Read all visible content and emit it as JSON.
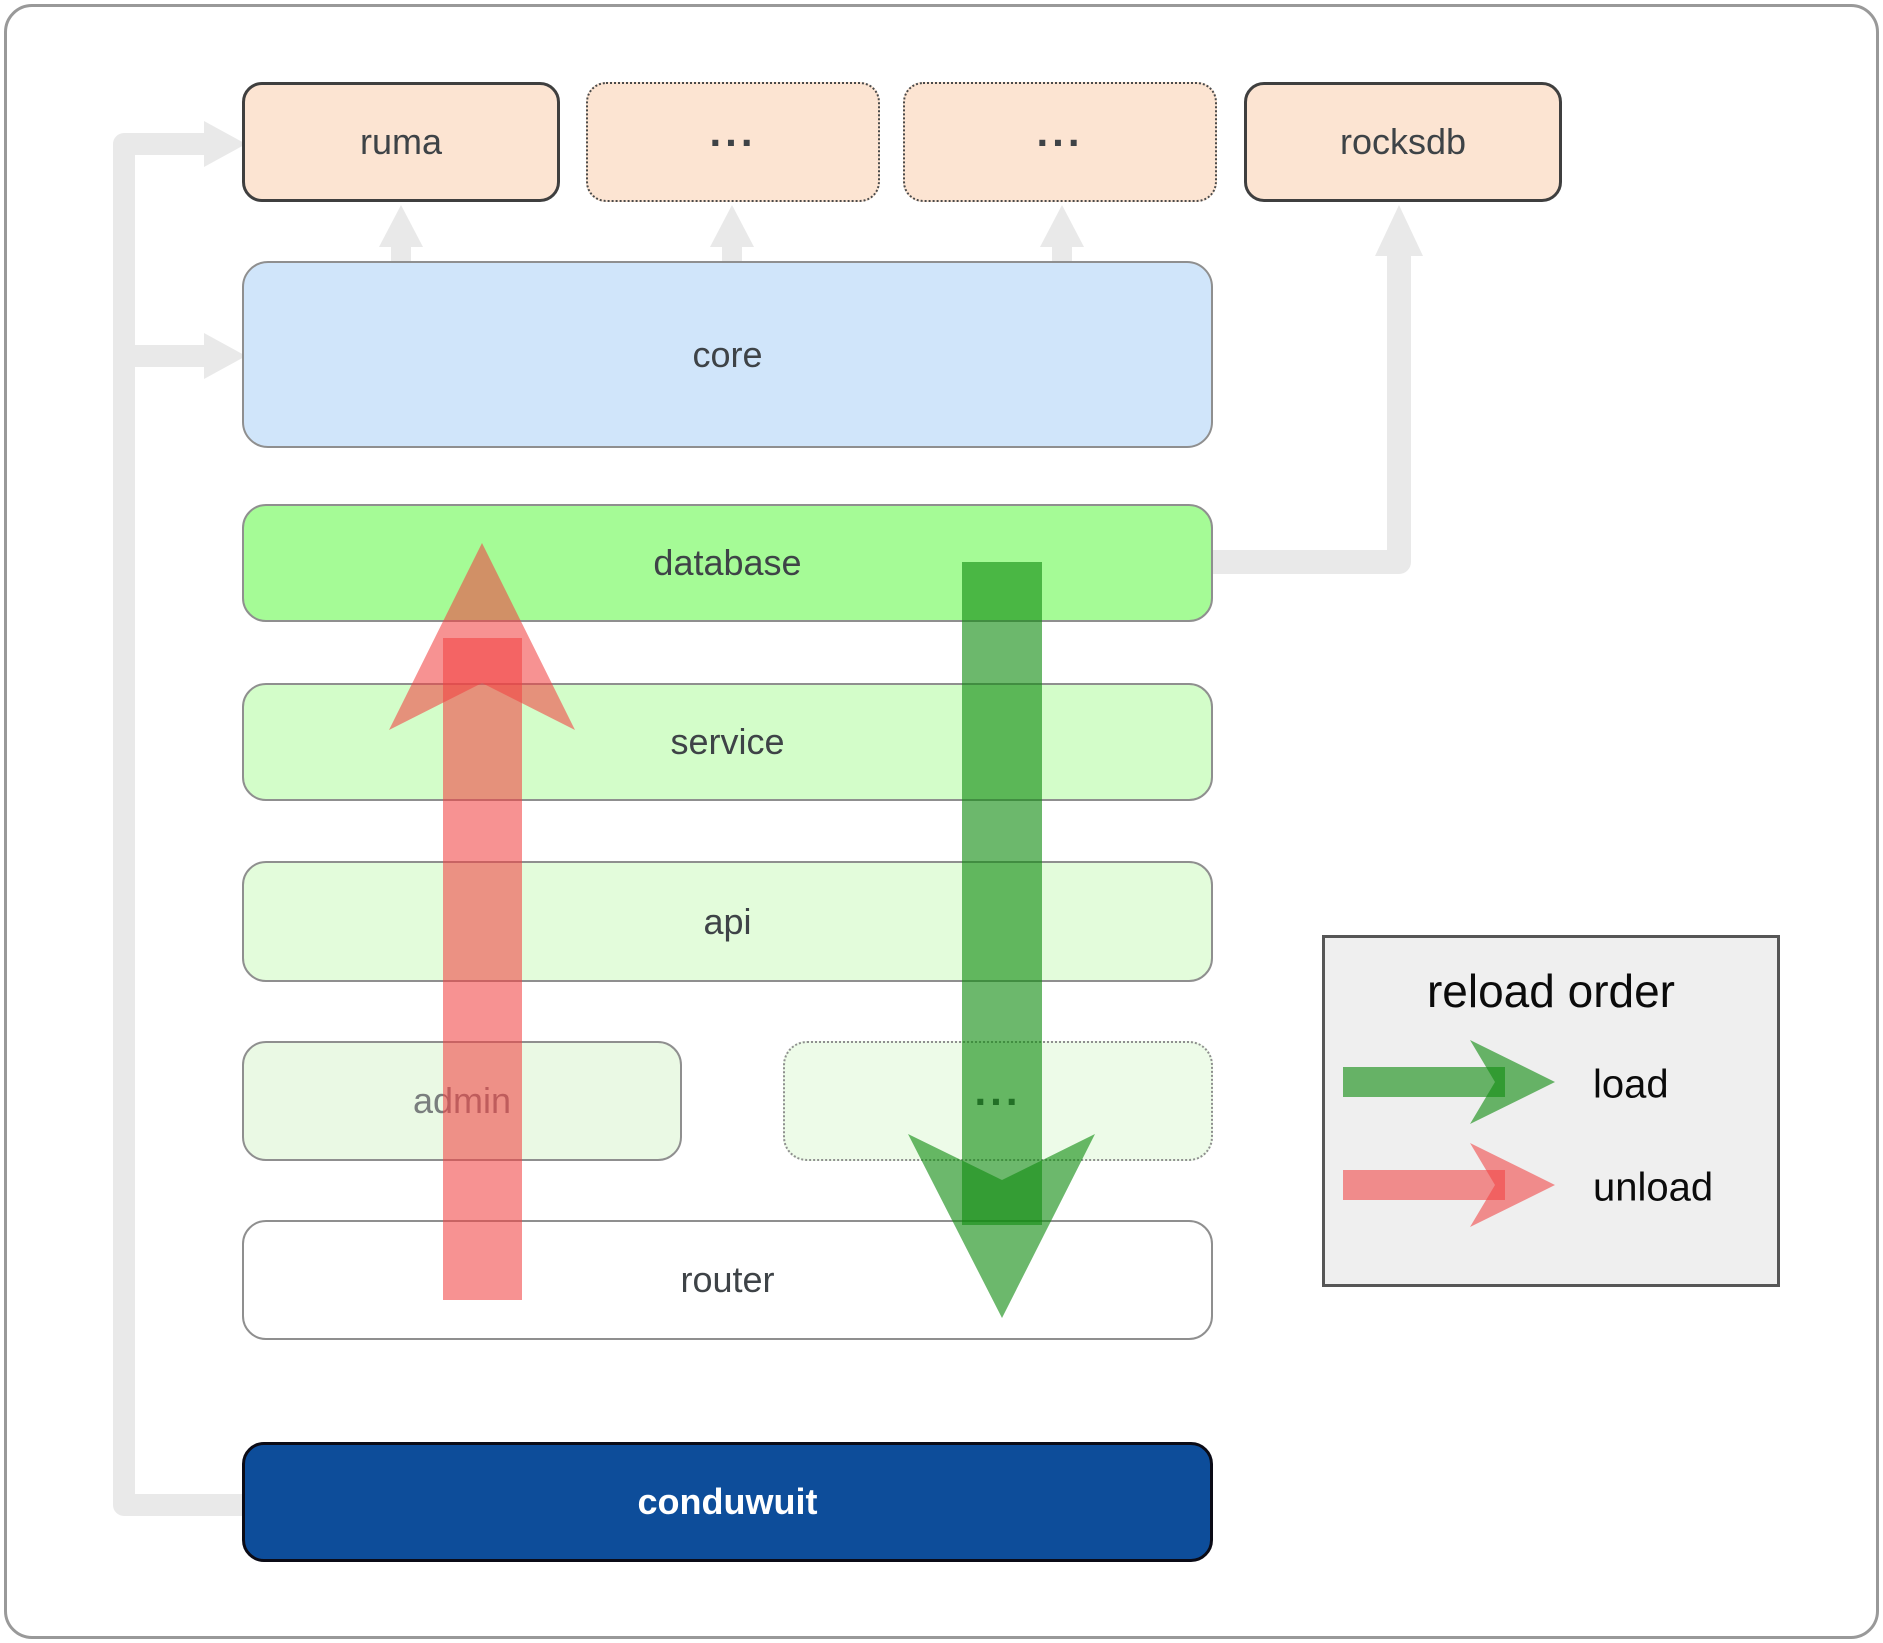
{
  "diagram": {
    "nodes": {
      "ruma": "ruma",
      "ellipsis_1": "...",
      "ellipsis_2": "...",
      "rocksdb": "rocksdb",
      "core": "core",
      "database": "database",
      "service": "service",
      "api": "api",
      "admin": "admin",
      "ellipsis_3": "...",
      "router": "router",
      "conduwuit": "conduwuit"
    },
    "legend": {
      "title": "reload order",
      "load": "load",
      "unload": "unload"
    },
    "colors": {
      "peach-fill": "#fce4d2",
      "dark-border": "#3f3f3f",
      "gray-border": "#8f8f8f",
      "core-fill": "#d0e5fa",
      "database-fill": "#a5fb96",
      "service-fill": "#d3fdc9",
      "api-fill": "#e3fcdb",
      "admin-fill": "#eaf9e4",
      "admin-dots-fill": "#edfbe8",
      "router-fill": "#ffffff",
      "conduwuit-fill": "#0d4d9a",
      "connector-gray": "#e9e9e9",
      "load-green": "#128c12",
      "unload-red": "#f14343",
      "legend-fill": "#efefef",
      "label-color": "#3e4347",
      "muted-label": "#7a7e7e"
    }
  }
}
